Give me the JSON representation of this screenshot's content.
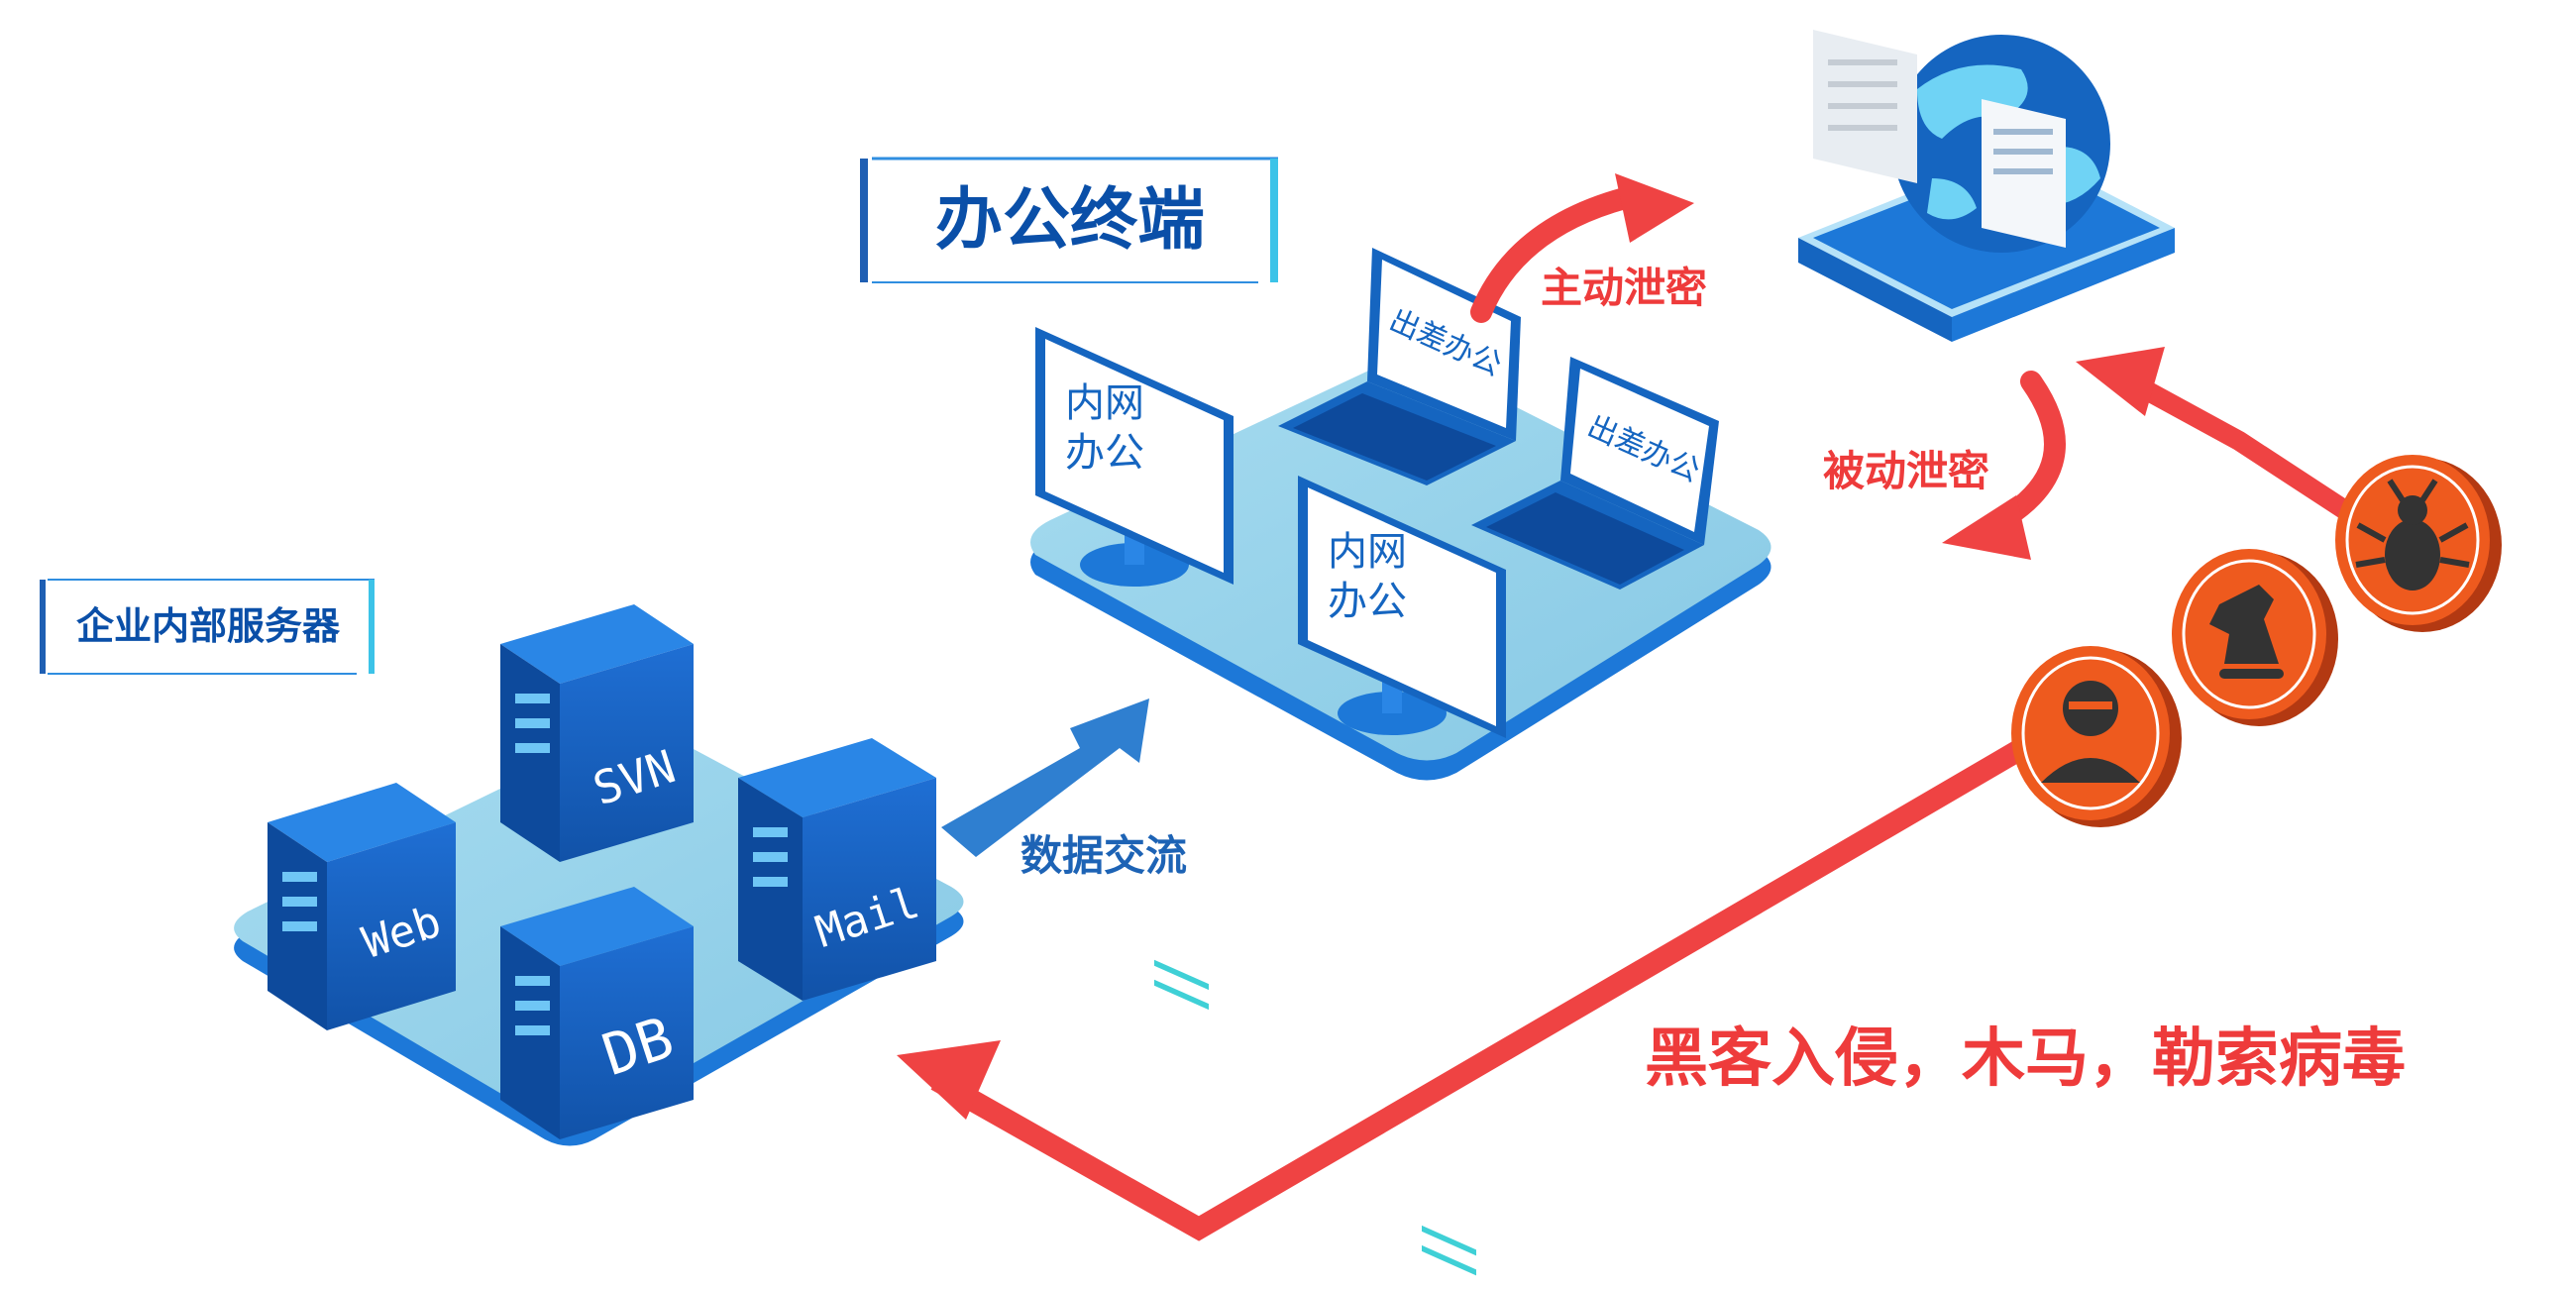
{
  "titles": {
    "office_terminal": "办公终端",
    "enterprise_servers": "企业内部服务器"
  },
  "servers": [
    "Web",
    "SVN",
    "DB",
    "Mail"
  ],
  "terminals": {
    "intranet": [
      "内网",
      "办公"
    ],
    "travel": "出差办公"
  },
  "labels": {
    "data_exchange": "数据交流",
    "active_leak": "主动泄密",
    "passive_leak": "被动泄密",
    "threats": "黑客入侵，木马，勒索病毒"
  },
  "threat_icons": [
    "hacker-icon",
    "trojan-horse-icon",
    "bug-virus-icon"
  ],
  "colors": {
    "primary_blue": "#1565c0",
    "light_blue": "#2f8ee0",
    "platform": "#8fd0ea",
    "threat_red": "#ef4343",
    "threat_orange": "#ee5a1e"
  }
}
